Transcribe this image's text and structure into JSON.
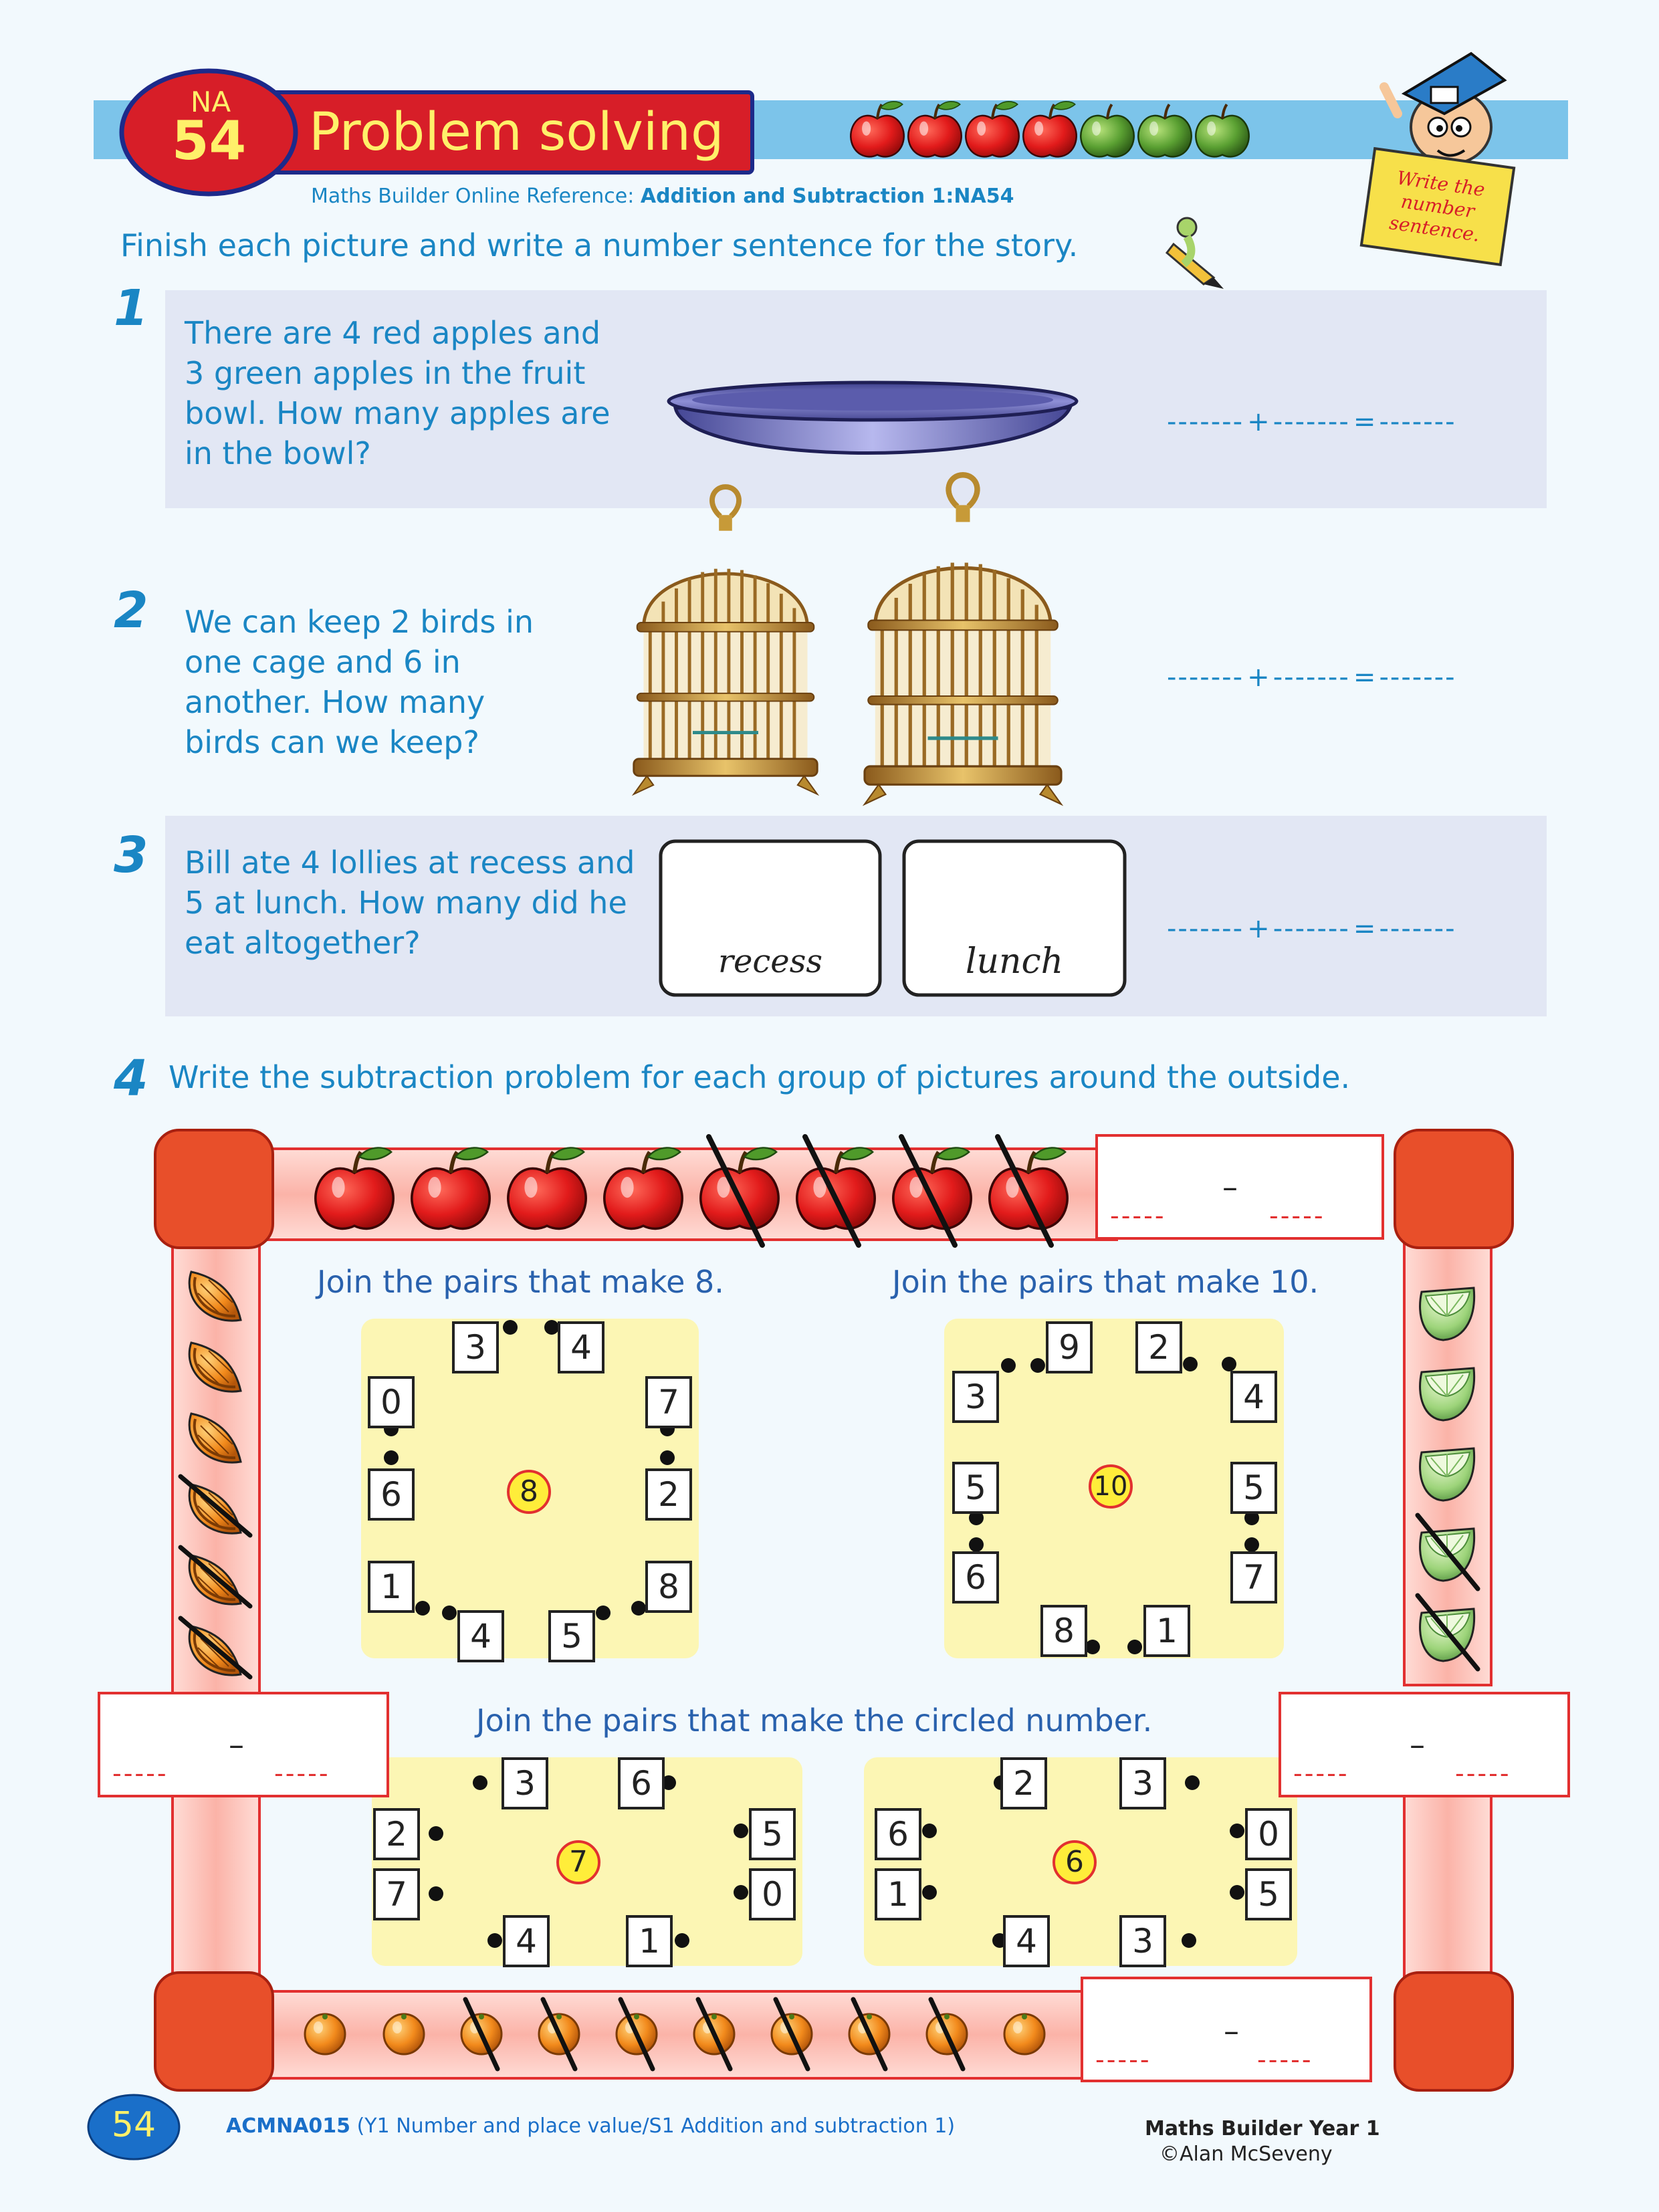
{
  "header": {
    "badge_top": "NA",
    "badge_number": "54",
    "title": "Problem solving",
    "reference_prefix": "Maths Builder Online Reference: ",
    "reference_bold": "Addition and Subtraction 1:NA54",
    "mascot_sign": "Write the number sentence."
  },
  "instruction": "Finish each picture and write a number sentence for the story.",
  "questions": [
    {
      "number": "1",
      "text": "There are 4 red apples and 3 green apples in the fruit bowl.  How many apples are in the bowl?"
    },
    {
      "number": "2",
      "text": "We can keep 2 birds in one cage and 6 in another. How many birds can we keep?"
    },
    {
      "number": "3",
      "text": "Bill ate 4 lollies at recess and 5 at lunch. How many did he eat altogether?"
    }
  ],
  "sentence": {
    "blank": "-------",
    "plus": "+",
    "equals": "="
  },
  "box_labels": {
    "recess": "recess",
    "lunch": "lunch"
  },
  "q4": {
    "number": "4",
    "text": "Write the subtraction problem for each group of pictures around the outside.",
    "minus": "–",
    "blank": "-----"
  },
  "puzzles": {
    "p8": {
      "heading": "Join the pairs that make 8.",
      "circle": "8",
      "tiles": [
        "3",
        "4",
        "0",
        "7",
        "6",
        "2",
        "1",
        "8",
        "4",
        "5"
      ]
    },
    "p10": {
      "heading": "Join the pairs that make 10.",
      "circle": "10",
      "tiles": [
        "9",
        "2",
        "3",
        "4",
        "5",
        "5",
        "6",
        "7",
        "8",
        "1"
      ]
    },
    "circled_heading": "Join the pairs that make the circled number.",
    "p7": {
      "circle": "7",
      "tiles": [
        "3",
        "6",
        "2",
        "5",
        "7",
        "0",
        "4",
        "1"
      ]
    },
    "p6": {
      "circle": "6",
      "tiles": [
        "2",
        "3",
        "6",
        "0",
        "1",
        "5",
        "4",
        "3"
      ]
    }
  },
  "footer": {
    "page_number": "54",
    "code": "ACMNA015",
    "code_desc": " (Y1 Number and place value/S1 Addition and subtraction 1)",
    "book": "Maths Builder Year 1",
    "copyright": "©Alan McSeveny"
  },
  "colors": {
    "blue_text": "#1a86c4",
    "panel": "#e2e7f4",
    "red": "#e23030",
    "header_band": "#7cc4ea"
  }
}
